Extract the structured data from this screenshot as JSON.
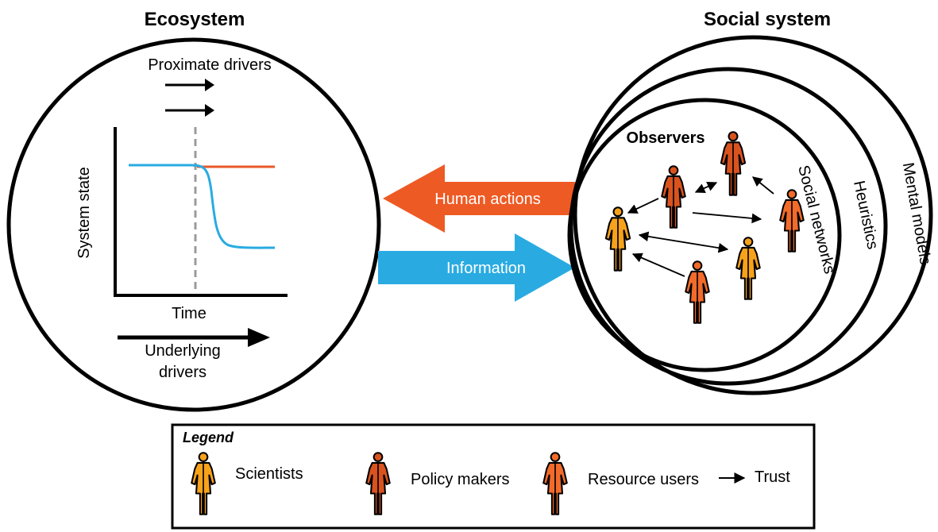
{
  "ecosystem": {
    "title": "Ecosystem",
    "proximate_drivers": "Proximate drivers",
    "y_axis_label": "System state",
    "x_axis_label": "Time",
    "underlying_drivers_line1": "Underlying",
    "underlying_drivers_line2": "drivers"
  },
  "social_system": {
    "title": "Social system",
    "observers": "Observers",
    "social_networks": "Social networks",
    "heuristics": "Heuristics",
    "mental_models": "Mental models"
  },
  "arrows": {
    "human_actions": "Human actions",
    "information": "Information"
  },
  "legend": {
    "title": "Legend",
    "scientists": "Scientists",
    "policy_makers": "Policy makers",
    "resource_users": "Resource users",
    "trust": "Trust"
  },
  "colors": {
    "scientist_fill": "#F7A21B",
    "policy_maker_fill": "#D9531E",
    "resource_user_fill": "#F26B2A",
    "human_actions_arrow": "#EE5A24",
    "information_arrow": "#29ABE2",
    "state_line_blue": "#29ABE2",
    "state_line_red": "#E8582A",
    "dashed_line": "#9B9B9B"
  },
  "icons": [
    "scientist-person-icon",
    "policy-maker-person-icon",
    "resource-user-person-icon",
    "trust-arrow-icon"
  ]
}
